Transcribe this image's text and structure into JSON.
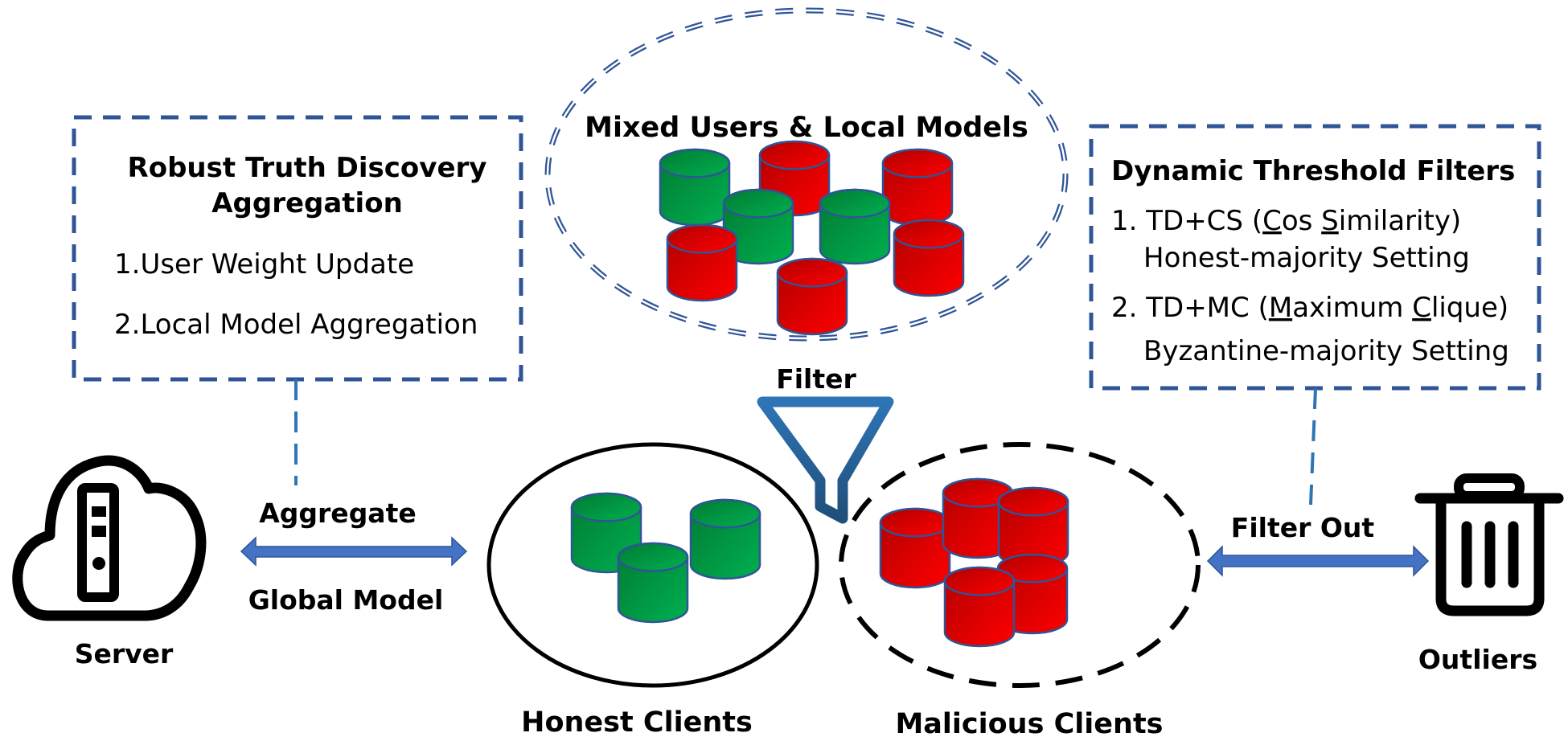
{
  "left_box": {
    "title_line1": "Robust Truth Discovery",
    "title_line2": "Aggregation",
    "items": [
      "1.User Weight Update",
      "2.Local Model Aggregation"
    ]
  },
  "mixed": {
    "title": "Mixed Users & Local Models",
    "models": [
      "honest",
      "malicious",
      "malicious",
      "honest",
      "honest",
      "malicious",
      "malicious",
      "malicious"
    ]
  },
  "right_box": {
    "title": "Dynamic Threshold Filters",
    "items": [
      {
        "line1_prefix": "1. TD+CS  (",
        "u1": "C",
        "mid1": "os ",
        "u2": "S",
        "suffix": "imilarity)",
        "line2": "Honest-majority Setting"
      },
      {
        "line1_prefix": "2. TD+MC (",
        "u1": "M",
        "mid1": "aximum ",
        "u2": "C",
        "suffix": "lique)",
        "line2": "Byzantine-majority Setting"
      }
    ]
  },
  "labels": {
    "filter": "Filter",
    "aggregate": "Aggregate",
    "global_model": "Global Model",
    "server": "Server",
    "filter_out": "Filter Out",
    "outliers": "Outliers",
    "honest_clients": "Honest Clients",
    "malicious_clients": "Malicious Clients"
  },
  "colors": {
    "box_dash": "#2F5597",
    "connector": "#2E75B6",
    "arrow": "#4472C4",
    "honest_light": "#00B050",
    "honest_dark": "#007A33",
    "malicious_light": "#FF0000",
    "malicious_dark": "#B00000",
    "cylinder_stroke": "#2F5597"
  }
}
